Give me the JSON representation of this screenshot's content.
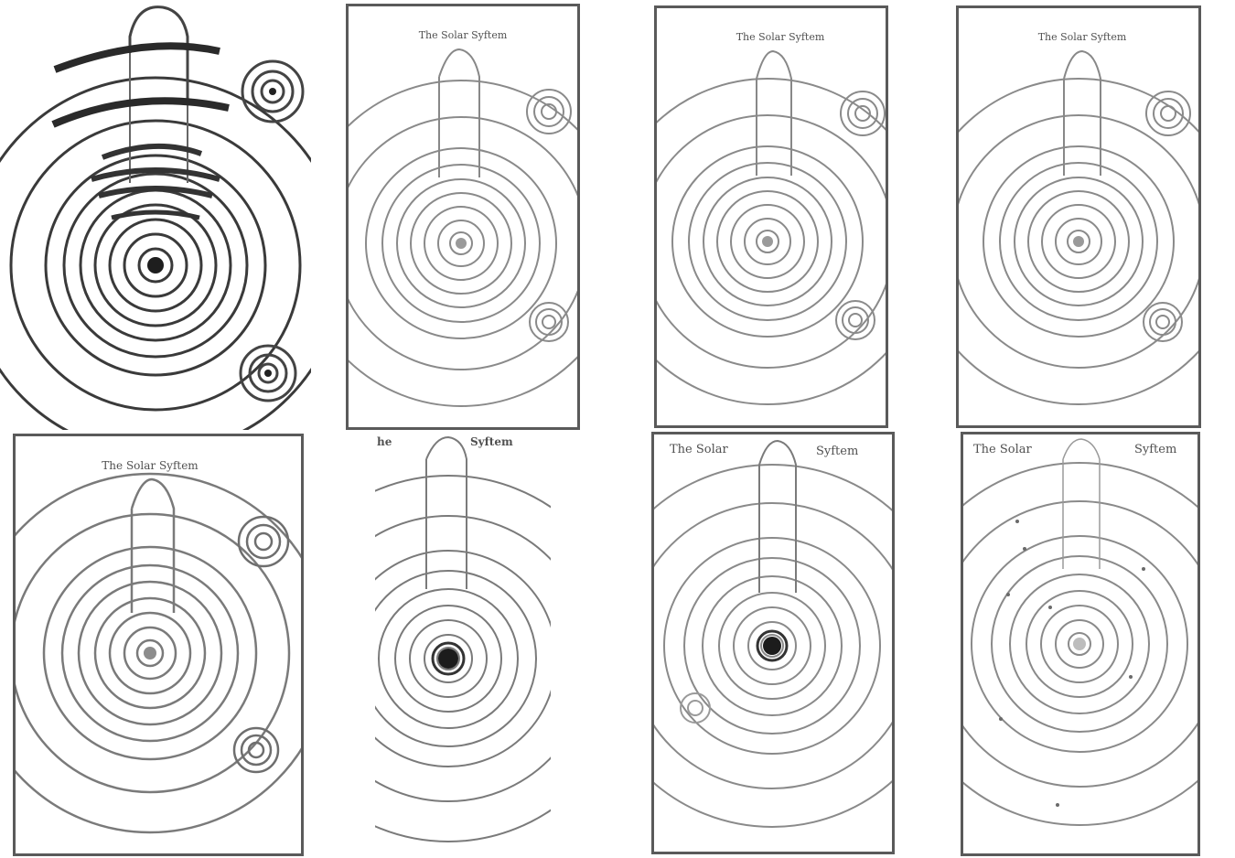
{
  "gallery": {
    "panels": [
      {
        "title": "",
        "style": "bold",
        "frame": false
      },
      {
        "title": "The Solar Syftem",
        "style": "faint",
        "frame": true
      },
      {
        "title": "The Solar Syftem",
        "style": "faint",
        "frame": true
      },
      {
        "title": "The Solar Syftem",
        "style": "faint",
        "frame": true
      },
      {
        "title": "The Solar Syftem",
        "style": "faint",
        "frame": true
      },
      {
        "title": "",
        "title_left": "he",
        "title_right": "Syftem",
        "style": "dark-sun",
        "frame": false
      },
      {
        "title": "",
        "title_left": "The Solar",
        "title_right": "Syftem",
        "style": "dark-sun",
        "frame": true
      },
      {
        "title": "",
        "title_left": "The Solar",
        "title_right": "Syftem",
        "style": "sparse",
        "frame": true
      }
    ]
  },
  "colors": {
    "ink": "#555555",
    "ink_dark": "#222222",
    "paper": "#ffffff"
  }
}
